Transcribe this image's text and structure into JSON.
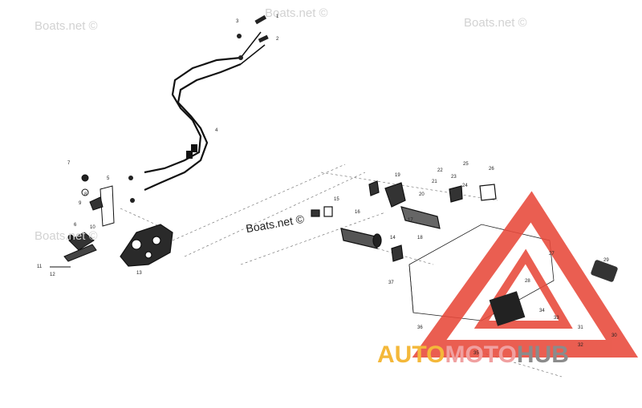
{
  "watermarks": {
    "corner": "Boats.net ©",
    "center": "Boats.net ©"
  },
  "brand": {
    "part1": "AUTO",
    "part2": "MOTO",
    "part3": "HUB",
    "colors": {
      "auto": "#f4b83a",
      "moto": "#f0a0a0",
      "hub": "#8b8b8b",
      "logo_triangle": "#e8483a"
    }
  },
  "callouts": [
    "1",
    "2",
    "3",
    "4",
    "5",
    "6",
    "7",
    "8",
    "9",
    "10",
    "11",
    "12",
    "13",
    "14",
    "15",
    "16",
    "17",
    "18",
    "19",
    "20",
    "21",
    "22",
    "23",
    "24",
    "25",
    "26",
    "27",
    "28",
    "29",
    "30",
    "31",
    "32",
    "33",
    "34",
    "35",
    "36",
    "37"
  ]
}
